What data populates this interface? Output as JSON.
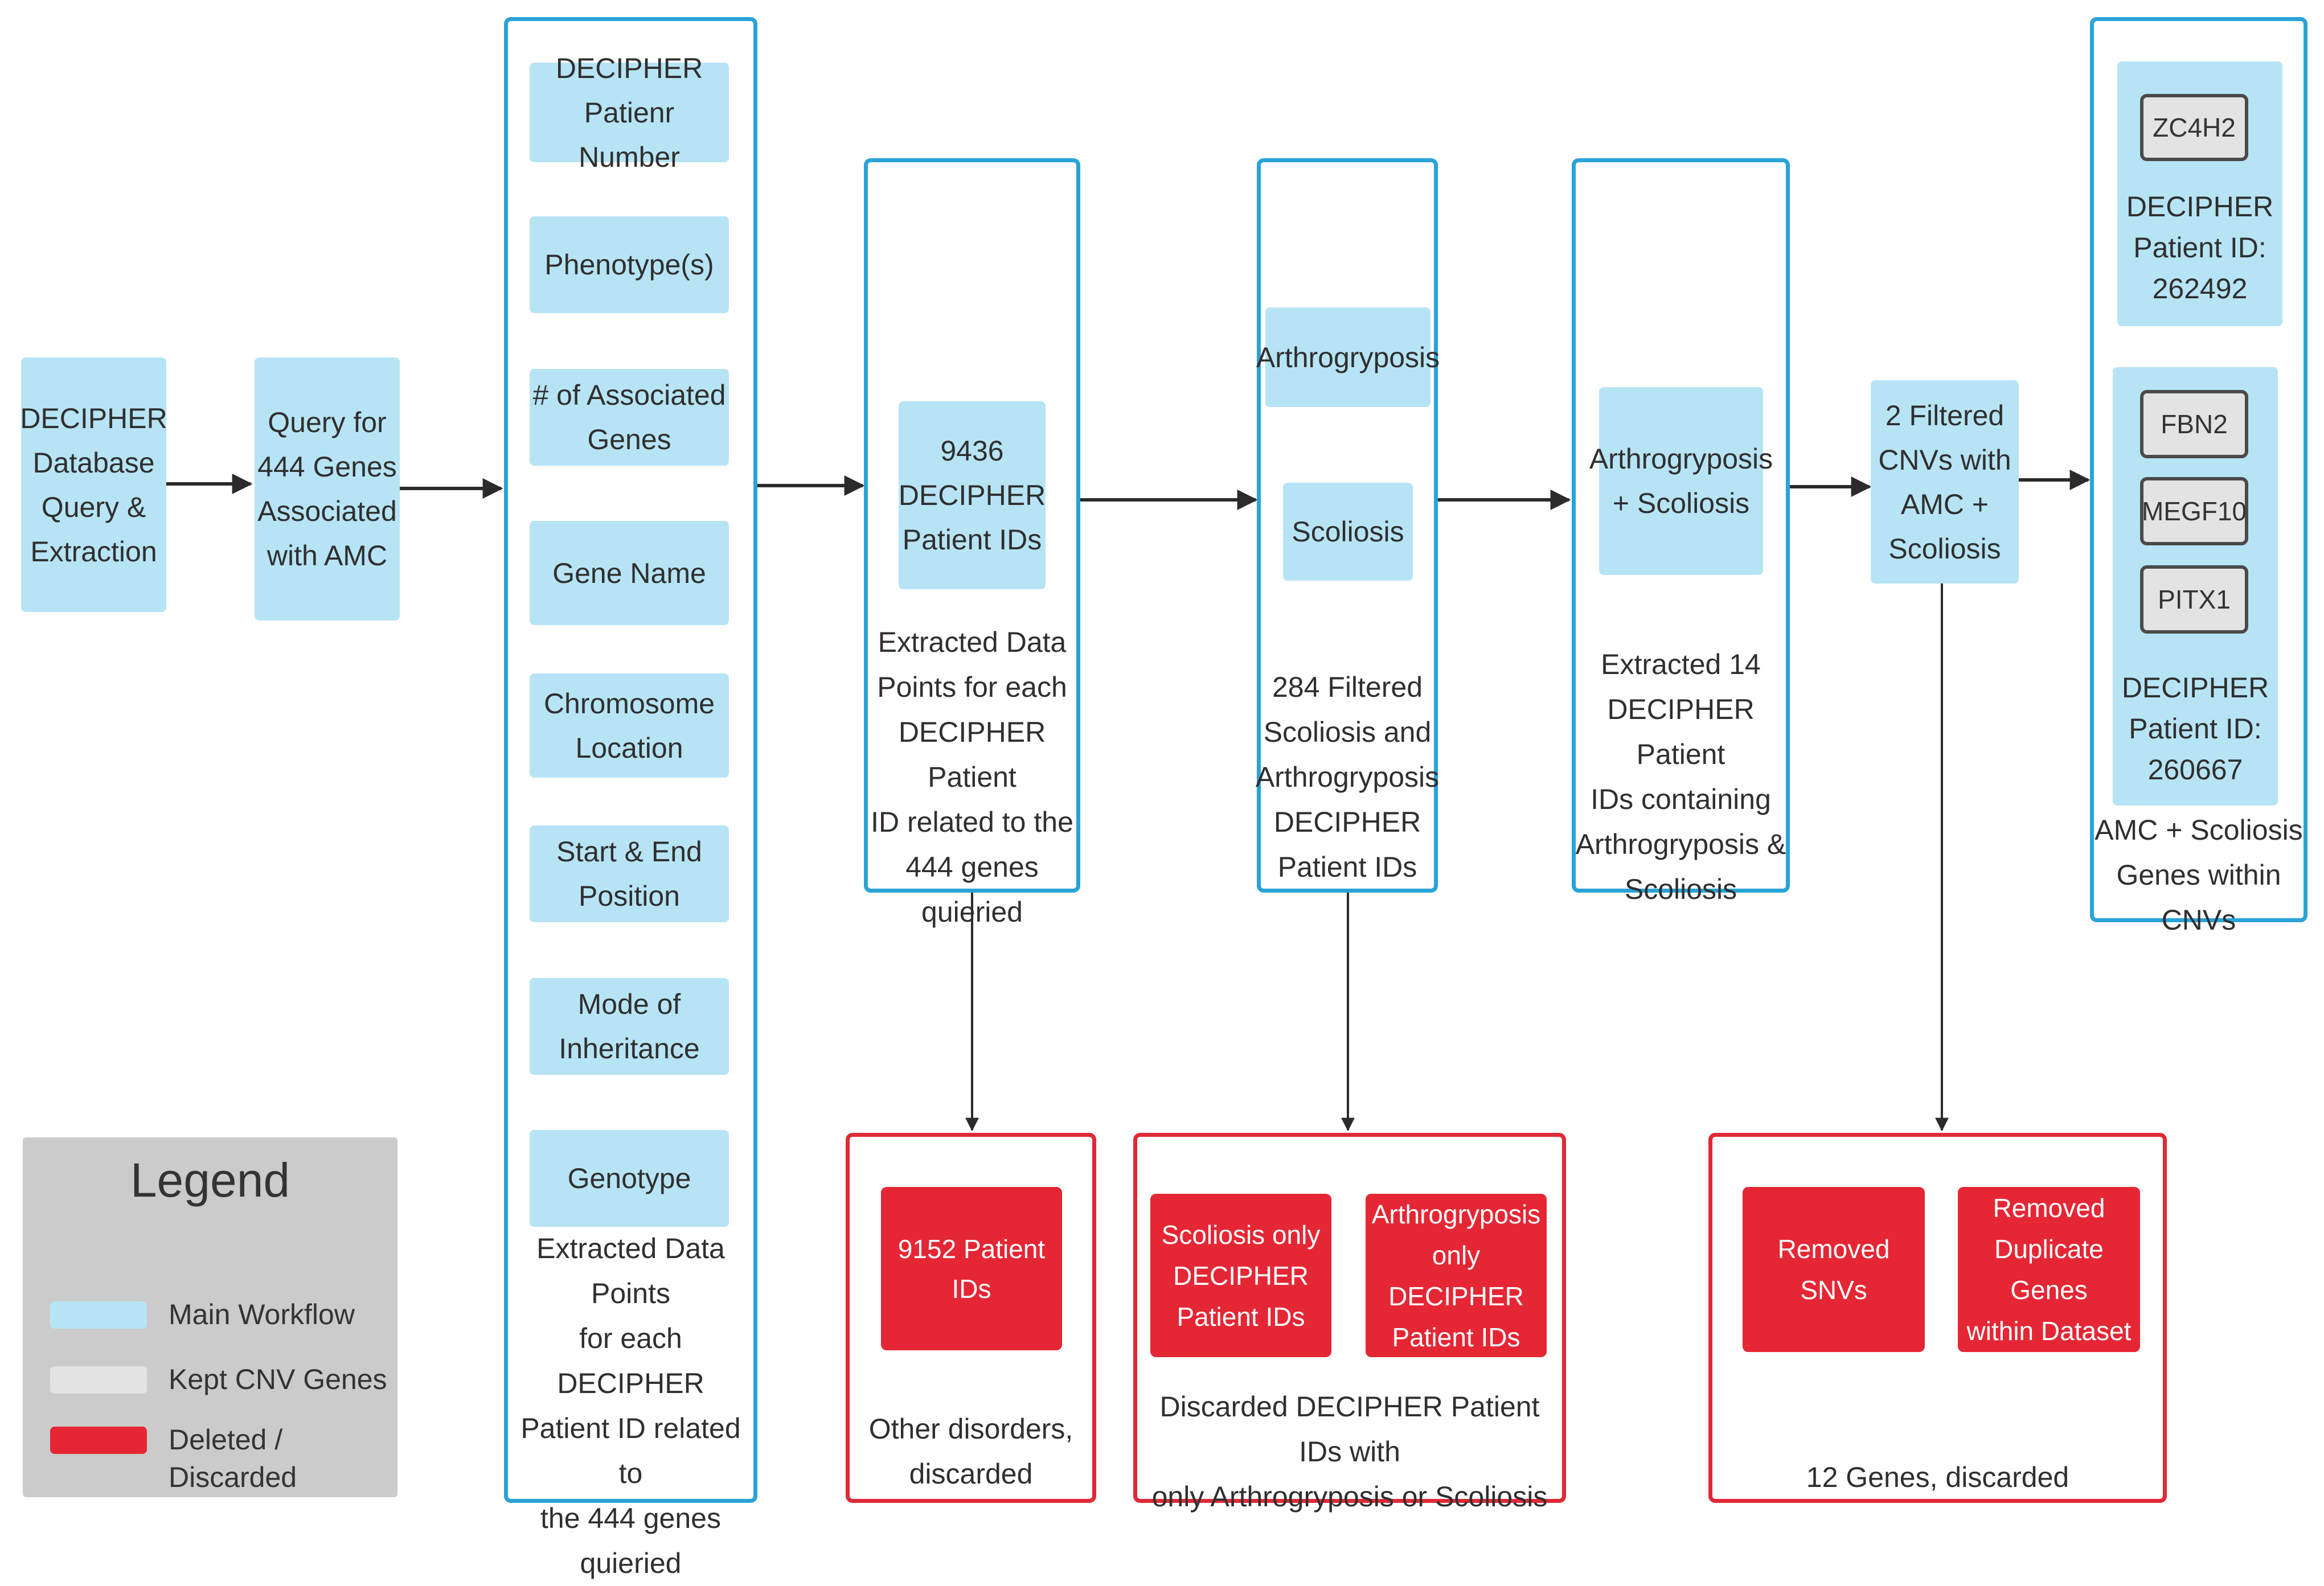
{
  "colors": {
    "main": "#b7e4f5",
    "kept": "#e3e3e3",
    "deleted": "#e52634",
    "frame_blue": "#29a3d8",
    "frame_red": "#e02936",
    "legend_bg": "#cbcbcb"
  },
  "steps": {
    "s1": "DECIPHER\nDatabase\nQuery &\nExtraction",
    "s2": "Query for\n444 Genes\nAssociated\nwith AMC"
  },
  "datapoints": {
    "items": [
      "DECIPHER\nPatienr Number",
      "Phenotype(s)",
      "# of Associated\nGenes",
      "Gene Name",
      "Chromosome\nLocation",
      "Start & End\nPosition",
      "Mode of\nInheritance",
      "Genotype"
    ],
    "caption": "Extracted Data Points\nfor each DECIPHER\nPatient ID related to\nthe 444 genes quieried"
  },
  "patients": {
    "box": "9436\nDECIPHER\nPatient IDs",
    "caption": "Extracted Data\nPoints for each\nDECIPHER Patient\nID related to the\n444 genes quieried"
  },
  "filter": {
    "a": "Arthrogryposis",
    "b": "Scoliosis",
    "caption": "284 Filtered\nScoliosis and\nArthrogryposis\nDECIPHER\nPatient IDs"
  },
  "combo": {
    "box": "Arthrogryposis\n+ Scoliosis",
    "caption": "Extracted 14\nDECIPHER Patient\nIDs containing\nArthrogryposis &\nScoliosis"
  },
  "cnvs": {
    "box": "2 Filtered\nCNVs with\nAMC +\nScoliosis"
  },
  "result": {
    "p1": {
      "genes": [
        "ZC4H2"
      ],
      "id": "DECIPHER\nPatient ID:\n262492"
    },
    "p2": {
      "genes": [
        "FBN2",
        "MEGF10",
        "PITX1"
      ],
      "id": "DECIPHER\nPatient ID:\n260667"
    },
    "caption": "AMC + Scoliosis\nGenes within CNVs"
  },
  "discard1": {
    "box": "9152 Patient IDs",
    "caption": "Other disorders,\ndiscarded"
  },
  "discard2": {
    "a": "Scoliosis only\nDECIPHER\nPatient IDs",
    "b": "Arthrogryposis\nonly DECIPHER\nPatient IDs",
    "caption": "Discarded DECIPHER Patient IDs with\nonly Arthrogryposis or Scoliosis"
  },
  "discard3": {
    "a": "Removed\nSNVs",
    "b": "Removed\nDuplicate Genes\nwithin Dataset",
    "caption": "12 Genes, discarded"
  },
  "legend": {
    "title": "Legend",
    "main": "Main Workflow",
    "kept": "Kept CNV Genes",
    "deleted": "Deleted / Discarded"
  }
}
